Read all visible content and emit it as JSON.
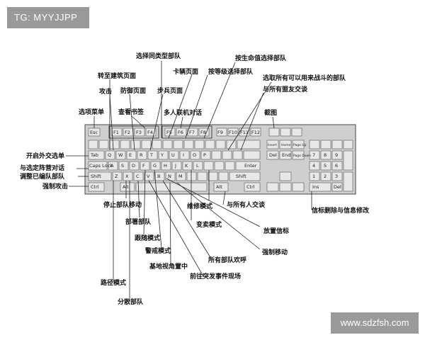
{
  "badges": {
    "tag": "TG: MYYJJPP",
    "site": "www.sdzfsh.com"
  },
  "keyboard": {
    "keys": [
      "Esc",
      "F1",
      "F2",
      "F3",
      "F4",
      "F5",
      "F6",
      "F7",
      "F8",
      "F9",
      "F10",
      "F11",
      "F12",
      "Tab",
      "Caps Lock",
      "Shift",
      "Ctrl",
      "Alt",
      "Enter",
      "Shift",
      "Alt",
      "Ctrl",
      "Insert",
      "Home",
      "Page Up",
      "Del",
      "End",
      "Page Down",
      "Ins",
      "Del",
      "Q",
      "W",
      "E",
      "R",
      "T",
      "Y",
      "U",
      "I",
      "O",
      "P",
      "A",
      "S",
      "D",
      "F",
      "G",
      "H",
      "J",
      "K",
      "L",
      "Z",
      "X",
      "C",
      "V",
      "B",
      "N",
      "M",
      "7",
      "8",
      "9",
      "4",
      "5",
      "6",
      "1",
      "2",
      "3"
    ]
  },
  "labels": {
    "l1": "选择同类型部队",
    "l2": "转至建筑页面",
    "l3": "攻击",
    "l4": "防御页面",
    "l5": "卡辆页面",
    "l6": "步兵页面",
    "l7": "按等级选择部队",
    "l8": "按生命值选择部队",
    "l9": "选取所有可以用来战斗的部队",
    "l10": "与所有盟友交谈",
    "l11": "选项菜单",
    "l12": "查看书签",
    "l13": "多人联机对话",
    "l14": "截图",
    "l15": "开启外交选单",
    "l16": "与选定阵营对话",
    "l17": "调整已编队部队",
    "l18": "强制攻击",
    "l19": "停止部队移动",
    "l20": "维修模式",
    "l21": "与所有人交谈",
    "l22": "信标删除与信息修改",
    "l23": "部署部队",
    "l24": "变卖模式",
    "l25": "放置信标",
    "l26": "跟随模式",
    "l27": "警戒模式",
    "l28": "强制移动",
    "l29": "所有部队欢呼",
    "l30": "基地视角置中",
    "l31": "前往突发事件现场",
    "l32": "路径模式",
    "l33": "分散部队"
  }
}
